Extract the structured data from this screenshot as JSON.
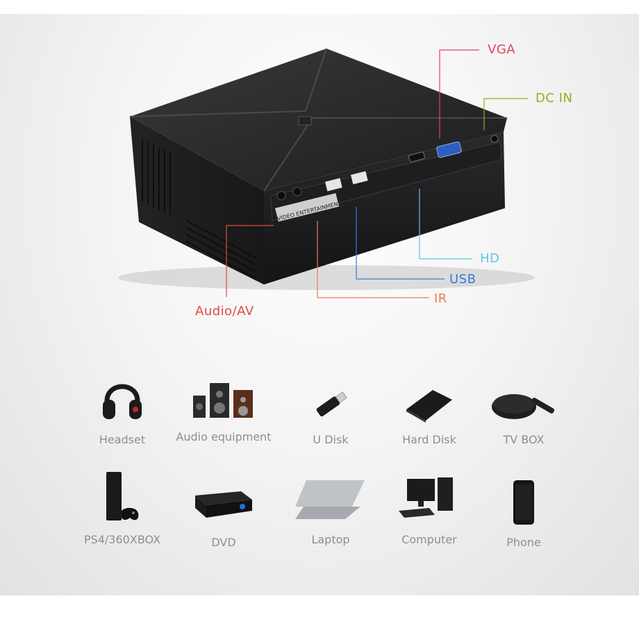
{
  "product": {
    "front_strip_text": "VIDEO ENTERTAINMENT",
    "ports": [
      {
        "label": "VGA",
        "color": "#e5405f"
      },
      {
        "label": "DC IN",
        "color": "#8fb21d"
      },
      {
        "label": "HD",
        "color": "#5cc6e2"
      },
      {
        "label": "USB",
        "color": "#2f7fd6"
      },
      {
        "label": "IR",
        "color": "#ef7a55"
      },
      {
        "label": "Audio/AV",
        "color": "#e5483e"
      }
    ]
  },
  "devices": [
    {
      "label": "Headset",
      "icon": "headset-icon"
    },
    {
      "label": "Audio equipment",
      "icon": "speakers-icon"
    },
    {
      "label": "U Disk",
      "icon": "usb-disk-icon"
    },
    {
      "label": "Hard Disk",
      "icon": "hard-disk-icon"
    },
    {
      "label": "TV BOX",
      "icon": "tv-box-icon"
    },
    {
      "label": "PS4/360XBOX",
      "icon": "game-console-icon"
    },
    {
      "label": "DVD",
      "icon": "dvd-player-icon"
    },
    {
      "label": "Laptop",
      "icon": "laptop-icon"
    },
    {
      "label": "Computer",
      "icon": "computer-icon"
    },
    {
      "label": "Phone",
      "icon": "phone-icon"
    }
  ]
}
